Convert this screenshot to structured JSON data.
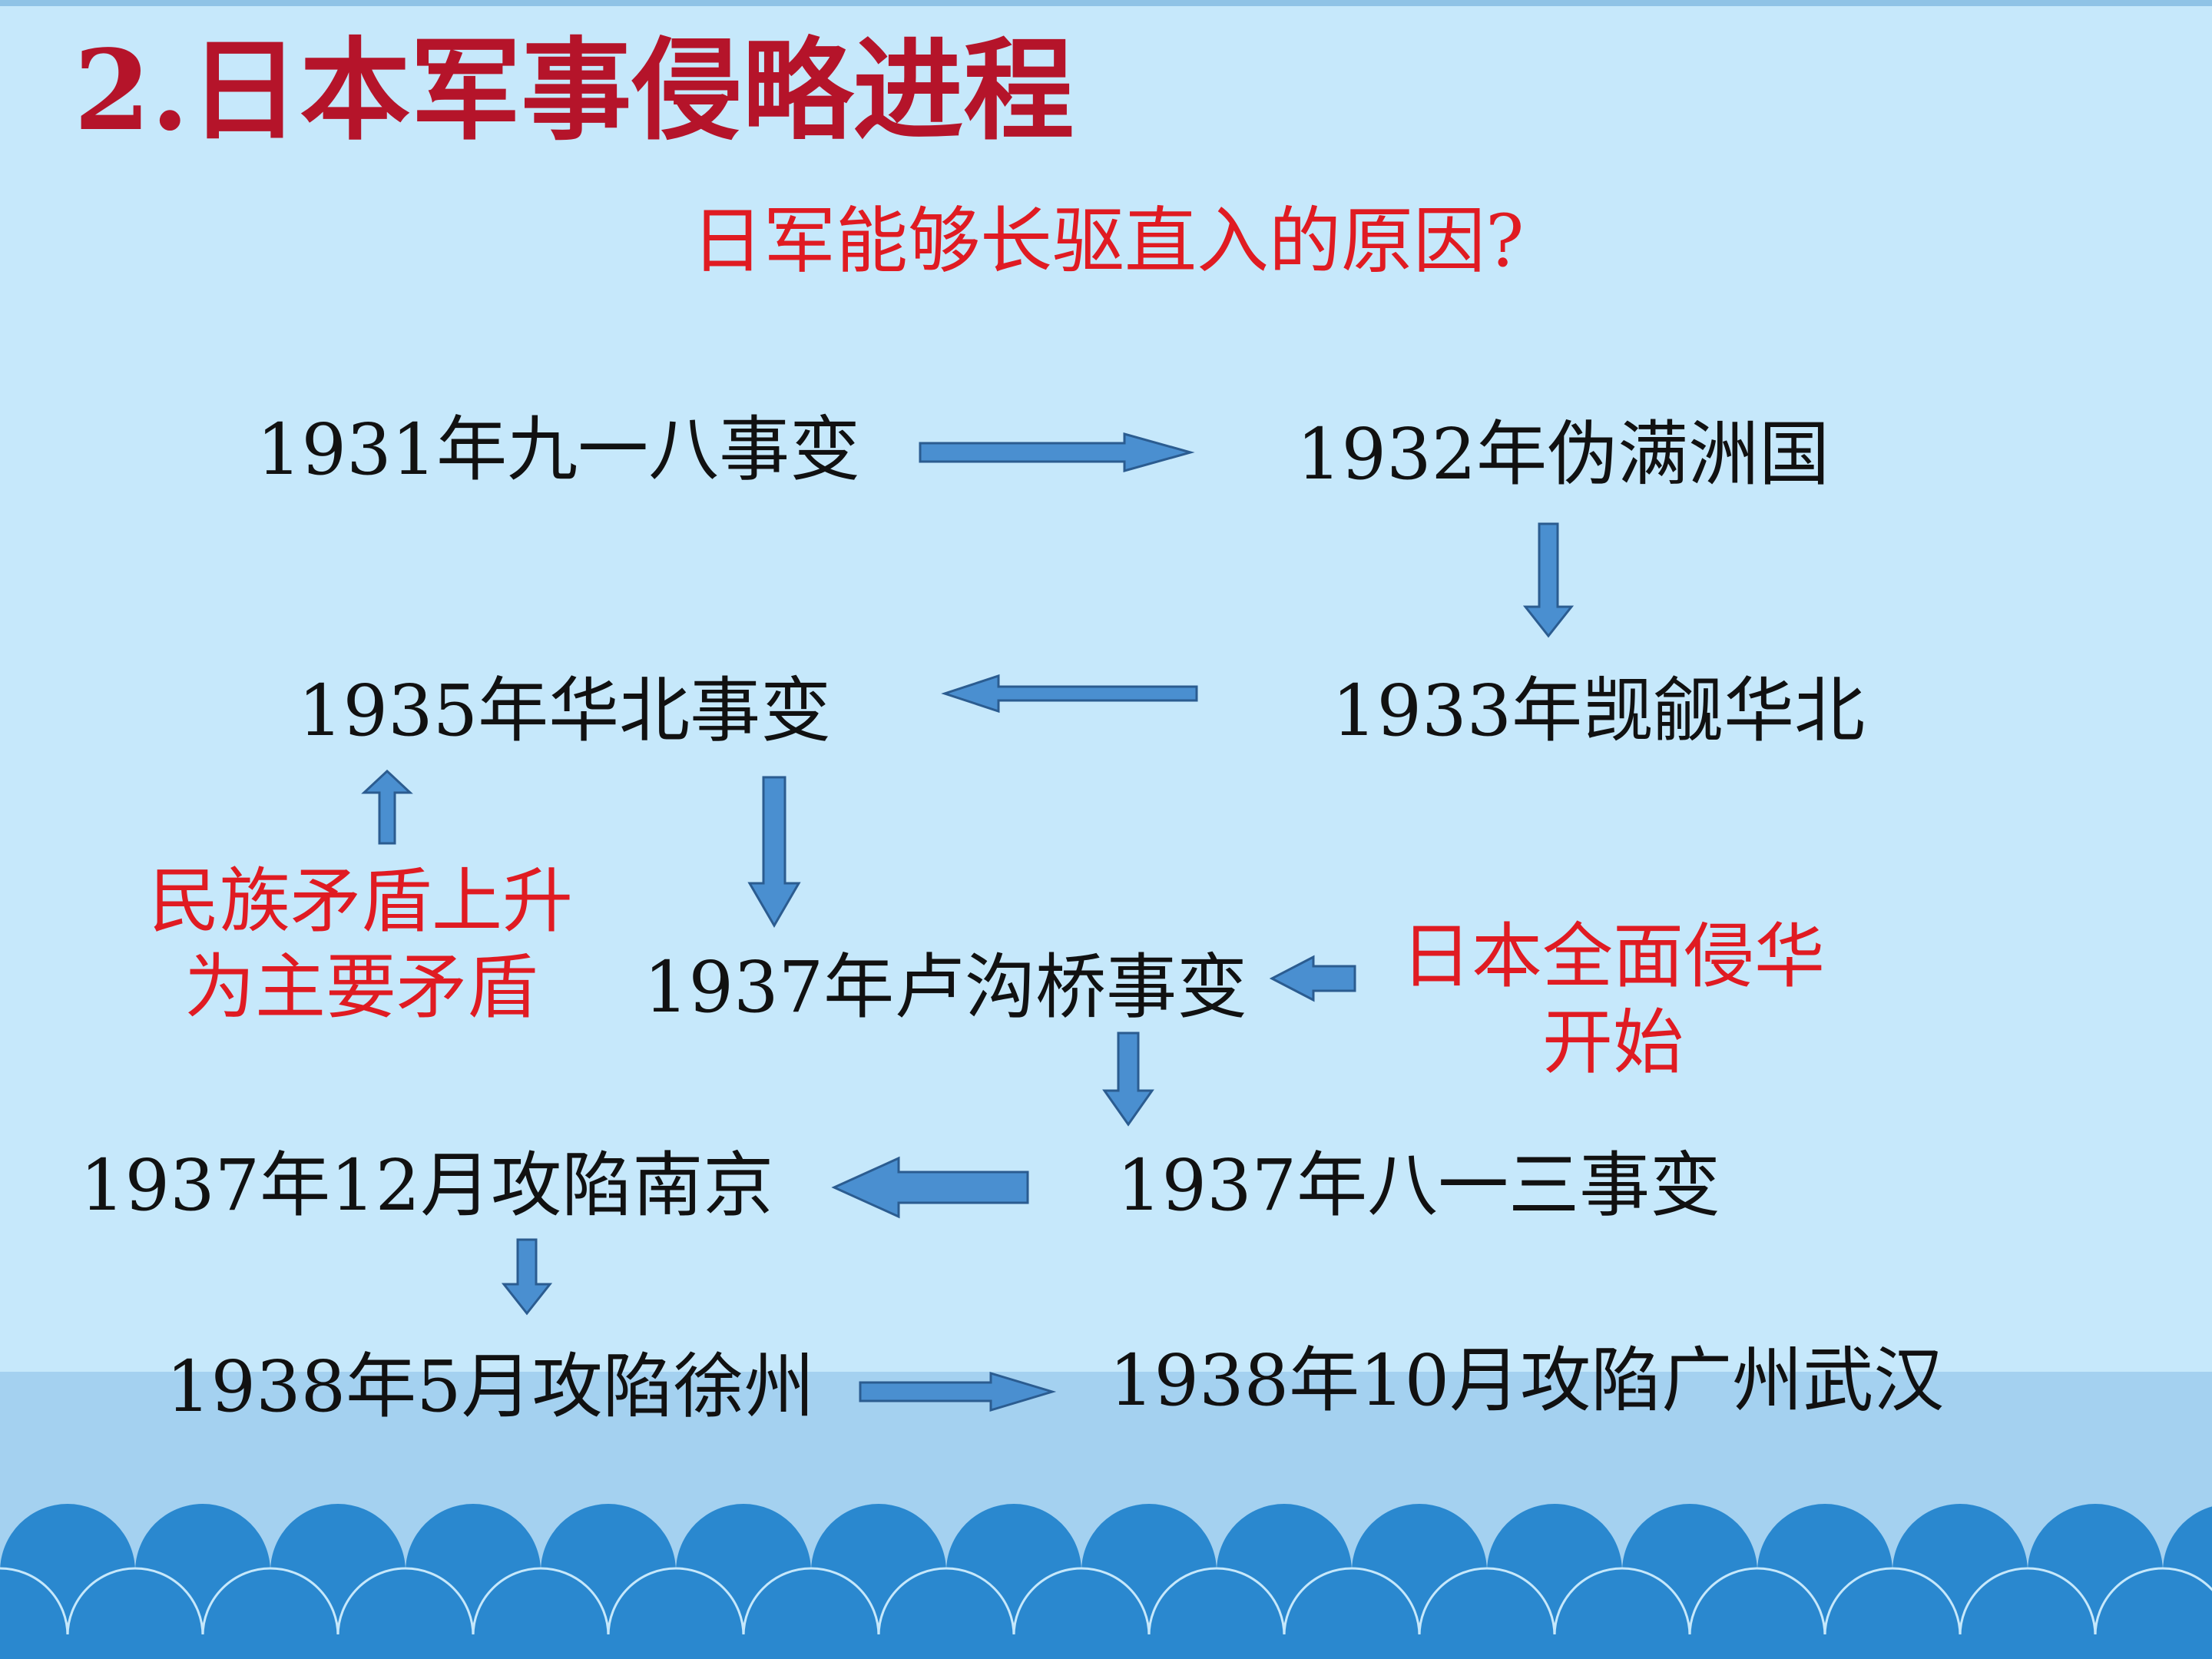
{
  "slide": {
    "title": "2.日本军事侵略进程",
    "question": "日军能够长驱直入的原因?"
  },
  "nodes": {
    "n1931": "1931年九一八事变",
    "n1932": "1932年伪满洲国",
    "n1933": "1933年觊觎华北",
    "n1935": "1935年华北事变",
    "n1937_lugou": "1937年卢沟桥事变",
    "n1937_bayisan": "1937年八一三事变",
    "n1937_nanjing": "1937年12月攻陷南京",
    "n1938_xuzhou": "1938年5月攻陷徐州",
    "n1938_guangzhou": "1938年10月攻陷广州武汉"
  },
  "notes": {
    "left": "民族矛盾上升为主要矛盾",
    "right": "日本全面侵华开始"
  },
  "colors": {
    "background": "#c6e8fb",
    "title": "#b5142a",
    "red_text": "#e01b22",
    "arrow_fill": "#4a8fd0",
    "arrow_stroke": "#2b5c90",
    "wave_fill": "#2a88cf"
  }
}
